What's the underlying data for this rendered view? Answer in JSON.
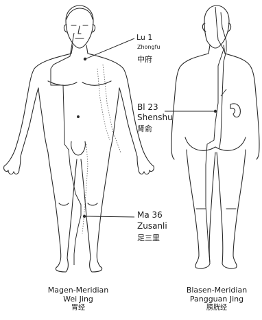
{
  "points": [
    {
      "code": "Lu 1",
      "name": "Zhongfu",
      "cjk": "中府"
    },
    {
      "code": "Bl 23",
      "name": "Shenshu",
      "cjk": "肾俞"
    },
    {
      "code": "Ma 36",
      "name": "Zusanli",
      "cjk": "足三里"
    }
  ],
  "captions": [
    {
      "title": "Magen-Meridian",
      "sub": "Wei Jing",
      "cjk": "胃经"
    },
    {
      "title": "Blasen-Meridian",
      "sub": "Pangguan Jing",
      "cjk": "膀胱经"
    }
  ],
  "colors": {
    "ink": "#1a1a1a",
    "stroke": "#2a2a2a",
    "dots": "#6a6a6a"
  }
}
